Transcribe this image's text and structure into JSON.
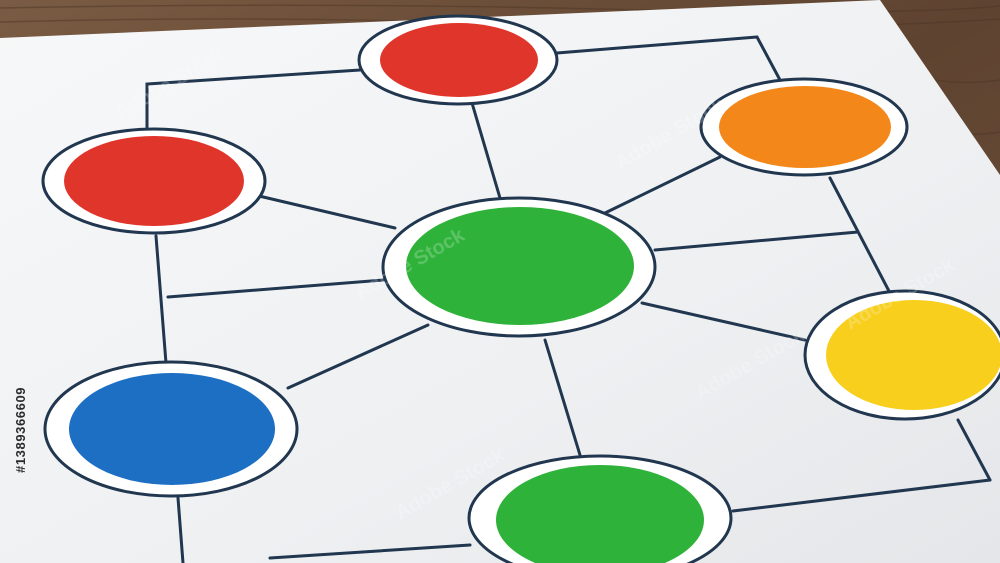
{
  "scene": {
    "colors": {
      "table": "#6b4f3a",
      "paper": "#f2f3f4",
      "line": "#21364f",
      "red": "#e0352b",
      "orange": "#f3871a",
      "green": "#2fb23a",
      "yellow": "#f7cf1c",
      "blue": "#1d6fc3"
    },
    "nodes": [
      {
        "name": "node-top-red",
        "color": "red"
      },
      {
        "name": "node-top-right-orange",
        "color": "orange"
      },
      {
        "name": "node-left-red",
        "color": "red"
      },
      {
        "name": "node-center-green",
        "color": "green"
      },
      {
        "name": "node-right-yellow",
        "color": "yellow"
      },
      {
        "name": "node-bottom-left-blue",
        "color": "blue"
      },
      {
        "name": "node-bottom-green",
        "color": "green"
      }
    ]
  },
  "watermark": {
    "text": "Adobe Stock",
    "stock_id": "#1389366609"
  }
}
